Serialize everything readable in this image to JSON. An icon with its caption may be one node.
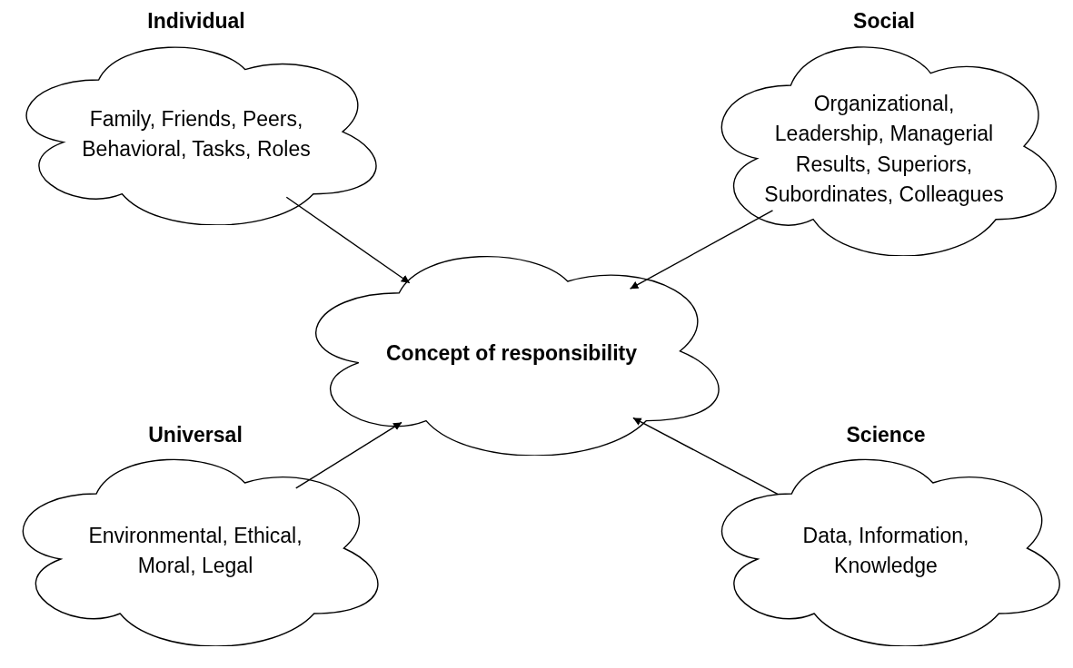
{
  "diagram": {
    "nodes": [
      {
        "text": [
          "Individual",
          "Family, Friends, Peers, Behavioral, Tasks, Roles"
        ]
      },
      {
        "text": [
          "Social",
          "Organizational, Leadership, Managerial Results, Superiors, Subordinates, Colleagues"
        ]
      },
      {
        "text": [
          "Concept of responsibility"
        ]
      },
      {
        "text": [
          "Universal",
          "Environmental, Ethical, Moral, Legal"
        ]
      },
      {
        "text": [
          "Science",
          "Data, Information, Knowledge"
        ]
      }
    ],
    "edges": [
      {
        "from": 0,
        "to": 2,
        "arrow": "to"
      },
      {
        "from": 1,
        "to": 2,
        "arrow": "to"
      },
      {
        "from": 3,
        "to": 2,
        "arrow": "to"
      },
      {
        "from": 4,
        "to": 2,
        "arrow": "to"
      }
    ]
  }
}
